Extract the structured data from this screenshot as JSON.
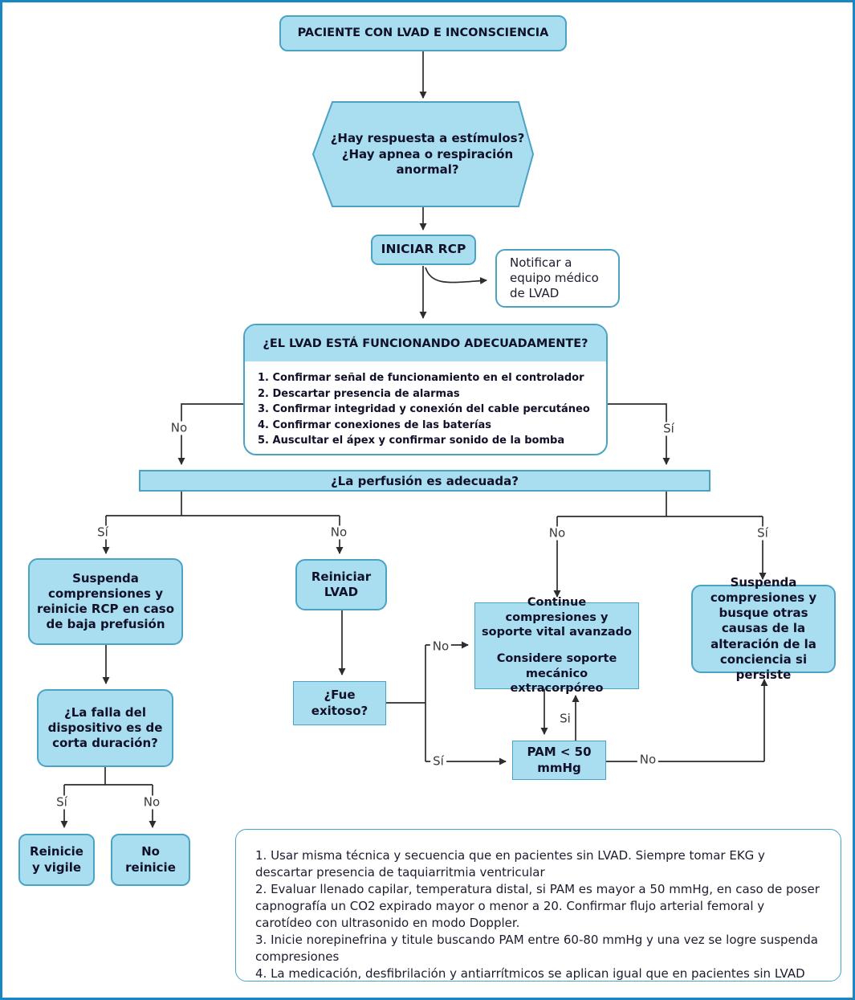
{
  "nodes": {
    "start": "PACIENTE CON LVAD E INCONSCIENCIA",
    "stimuli_question": {
      "line1": "¿Hay respuesta a estímulos?",
      "line2": "¿Hay apnea o respiración anormal?"
    },
    "iniciar_rcp": "INICIAR RCP",
    "notify": "Notificar a equipo médico de LVAD",
    "lvad_check": {
      "title": "¿EL LVAD ESTÁ FUNCIONANDO ADECUADAMENTE?",
      "items": [
        "1. Confirmar señal de funcionamiento en el controlador",
        "2. Descartar presencia de alarmas",
        "3. Confirmar integridad y conexión del cable percutáneo",
        "4. Confirmar conexiones de las baterías",
        "5. Auscultar el ápex y confirmar sonido de la bomba"
      ]
    },
    "perfusion": "¿La perfusión es adecuada?",
    "suspend_left": "Suspenda comprensiones y reinicie RCP en caso de baja prefusión",
    "restart_lvad": "Reiniciar LVAD",
    "device_failure": "¿La falla del dispositivo es de corta duración?",
    "restart_watch": "Reinicie y vigile",
    "no_restart": "No reinicie",
    "was_successful": "¿Fue exitoso?",
    "continue_compressions": {
      "line1": "Continue compresiones y soporte vital avanzado",
      "line2": "Considere soporte mecánico extracorpóreo"
    },
    "pam": "PAM < 50 mmHg",
    "suspend_right": "Suspenda compresiones y busque otras causas de la alteración de la conciencia si persiste"
  },
  "edge_labels": {
    "lvad_no": "No",
    "lvad_si": "Sí",
    "perf_left_si": "Sí",
    "perf_left_no": "No",
    "perf_right_no": "No",
    "perf_right_si": "Sí",
    "failure_si": "Sí",
    "failure_no": "No",
    "success_no": "No",
    "success_si": "Sí",
    "pam_si": "Si",
    "pam_no": "No"
  },
  "notes": [
    "1. Usar misma técnica y secuencia que en pacientes sin LVAD. Siempre tomar EKG y descartar presencia de taquiarritmia ventricular",
    "2. Evaluar llenado capilar, temperatura distal, si PAM es mayor a 50 mmHg, en caso de poser capnografía un CO2 expirado mayor o menor a 20. Confirmar flujo arterial femoral y carotídeo con ultrasonido en modo Doppler.",
    "3. Inicie norepinefrina y titule buscando PAM entre 60-80 mmHg y una vez se logre suspenda compresiones",
    "4. La medicación, desfibrilación y antiarrítmicos se aplican igual que en pacientes sin LVAD"
  ],
  "colors": {
    "frame": "#1a87c4",
    "node_fill": "#a9def1",
    "node_border": "#4ba3c4",
    "line": "#2d2d2d",
    "text": "#101028"
  }
}
